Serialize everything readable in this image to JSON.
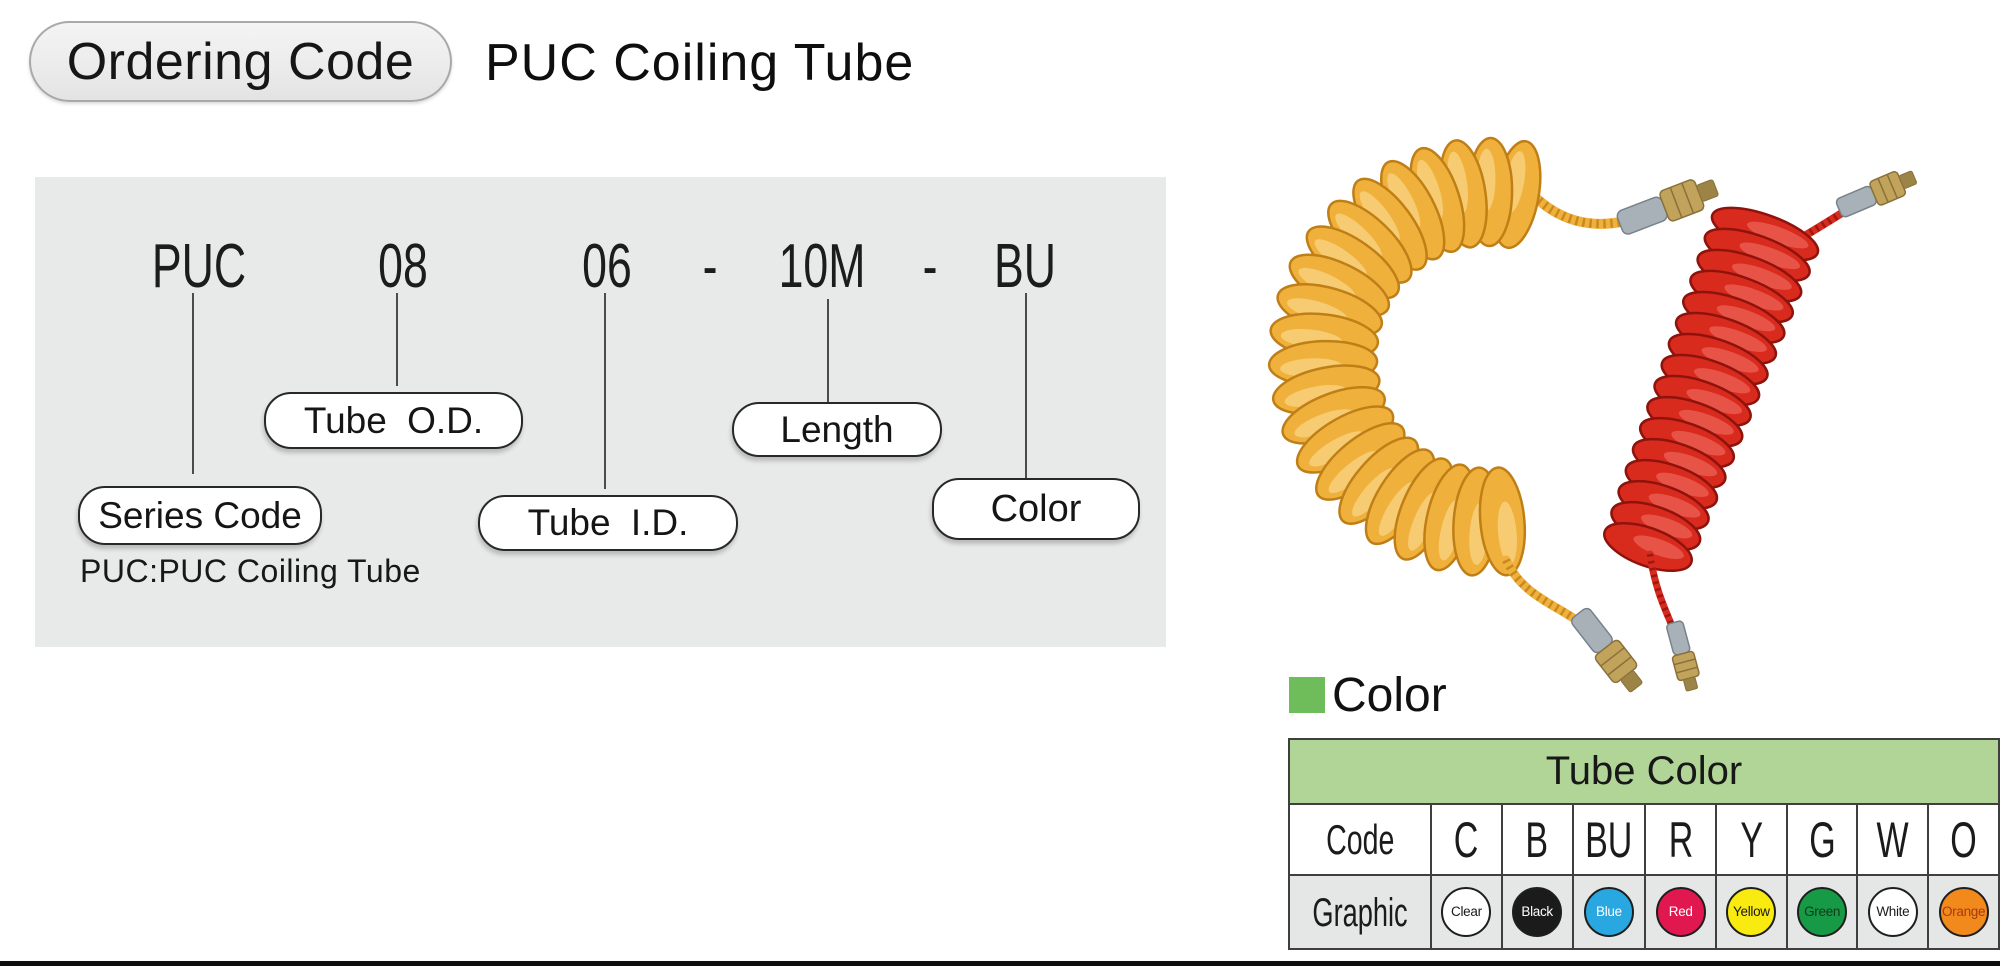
{
  "header": {
    "badge_label": "Ordering Code",
    "title": "PUC Coiling Tube"
  },
  "ordering_diagram": {
    "panel_bg": "#e8e9e9",
    "code_parts": [
      "PUC",
      "08",
      "06",
      "-",
      "10M",
      "-",
      "BU"
    ],
    "labels": {
      "series_code": "Series Code",
      "tube_od": "Tube O.D.",
      "tube_id": "Tube I.D.",
      "length": "Length",
      "color": "Color"
    },
    "note": "PUC:PUC Coiling Tube"
  },
  "product_image": {
    "yellow_tube": {
      "base": "#f0b13c",
      "dark": "#bf7f16",
      "light": "#fbe09e"
    },
    "red_tube": {
      "base": "#d92a1e",
      "dark": "#8e130c",
      "light": "#f2776a"
    },
    "fitting": {
      "sleeve": "#a9b1b8",
      "sleeve_edge": "#78828a",
      "brass": "#c2a35c",
      "brass_edge": "#8a713a",
      "tip": "#9b8445"
    }
  },
  "color_section": {
    "heading": "Color",
    "accent_color": "#6fbc5a",
    "table": {
      "title": "Tube Color",
      "header_bg": "#b0d596",
      "row_labels": [
        "Code",
        "Graphic"
      ],
      "columns": [
        {
          "code": "C",
          "name": "Clear",
          "fill": "#ffffff",
          "text_color": "#1a1a1a"
        },
        {
          "code": "B",
          "name": "Black",
          "fill": "#1b1b1b",
          "text_color": "#ffffff"
        },
        {
          "code": "BU",
          "name": "Blue",
          "fill": "#29a7e1",
          "text_color": "#ffffff"
        },
        {
          "code": "R",
          "name": "Red",
          "fill": "#e0184f",
          "text_color": "#ffffff"
        },
        {
          "code": "Y",
          "name": "Yellow",
          "fill": "#f9ea0f",
          "text_color": "#1a1a1a"
        },
        {
          "code": "G",
          "name": "Green",
          "fill": "#169a45",
          "text_color": "#103a1e"
        },
        {
          "code": "W",
          "name": "White",
          "fill": "#ffffff",
          "text_color": "#1a1a1a"
        },
        {
          "code": "O",
          "name": "Orange",
          "fill": "#f2891d",
          "text_color": "#a63c0f"
        }
      ]
    }
  }
}
